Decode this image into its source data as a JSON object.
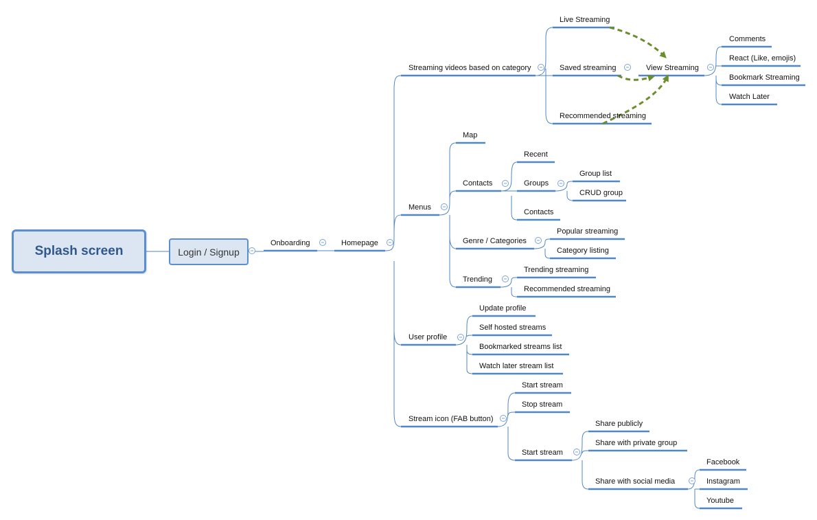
{
  "root": {
    "label": "Splash screen"
  },
  "login": {
    "label": "Login / Signup"
  },
  "onboarding": {
    "label": "Onboarding"
  },
  "homepage": {
    "label": "Homepage"
  },
  "streaming_category": {
    "label": "Streaming videos based on category",
    "live": "Live Streaming",
    "saved": "Saved streaming",
    "recommended": "Recommended streaming",
    "view": {
      "label": "View Streaming",
      "comments": "Comments",
      "react": "React (Like, emojis)",
      "bookmark": "Bookmark Streaming",
      "watch_later": "Watch Later"
    }
  },
  "menus": {
    "label": "Menus",
    "map": "Map",
    "contacts": {
      "label": "Contacts",
      "recent": "Recent",
      "groups": {
        "label": "Groups",
        "group_list": "Group list",
        "crud_group": "CRUD group"
      },
      "contacts": "Contacts"
    },
    "genre": {
      "label": "Genre / Categories",
      "popular": "Popular streaming",
      "listing": "Category listing"
    },
    "trending": {
      "label": "Trending",
      "trending_streaming": "Trending streaming",
      "recommended": "Recommended streaming"
    }
  },
  "user_profile": {
    "label": "User profile",
    "update": "Update profile",
    "self_hosted": "Self hosted streams",
    "bookmarked": "Bookmarked streams list",
    "watch_later": "Watch later stream list"
  },
  "stream_icon": {
    "label": "Stream icon (FAB button)",
    "start": "Start stream",
    "stop": "Stop stream",
    "start2": {
      "label": "Start stream",
      "share_public": "Share publicly",
      "share_private": "Share with private group",
      "share_social": {
        "label": "Share with social media",
        "facebook": "Facebook",
        "instagram": "Instagram",
        "youtube": "Youtube"
      }
    }
  },
  "colors": {
    "line": "#4f86c6",
    "arrow": "#6b8e2d",
    "node_fill": "#dce6f2",
    "node_border": "#5b8ed1"
  }
}
